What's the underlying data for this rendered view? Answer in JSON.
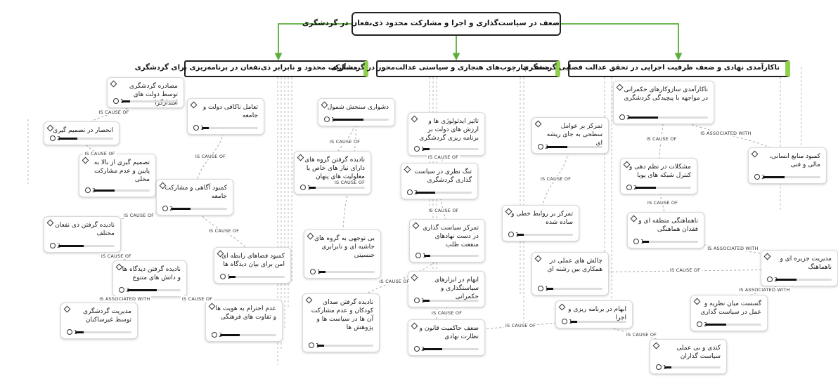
{
  "root": {
    "label": "ضعف در سیاست‌گذاری و اجرا و مشارکت محدود ذی‌نفعان در گردشگری"
  },
  "categories": [
    {
      "id": "c1",
      "label": "مشارکت محدود و نابرابر ذی‌نفعان در برنامه‌ریزی برای گردشگری"
    },
    {
      "id": "c2",
      "label": "ضعف چارچوب‌های هنجاری و سیاستی عدالت‌محور در گردشگری"
    },
    {
      "id": "c3",
      "label": "ناکارآمدی نهادی و ضعف ظرفیت اجرایی در تحقق عدالت فضایی گردشگری"
    }
  ],
  "nodes": [
    {
      "id": "n1",
      "label": "مصادره گردشگری توسط دولت های اقتدارگرا",
      "count": "1",
      "level": 0.15
    },
    {
      "id": "n2",
      "label": "انحصار در تصمیم گیری",
      "count": "2",
      "level": 0.35
    },
    {
      "id": "n3",
      "label": "تعامل ناکافی دولت و جامعه",
      "count": "1",
      "level": 0.12
    },
    {
      "id": "n4",
      "label": "تصمیم گیری از بالا به پایین و عدم مشارکت محلی",
      "count": "2",
      "level": 0.38
    },
    {
      "id": "n5",
      "label": "کمبود آگاهی و مشارکت جامعه",
      "count": "2",
      "level": 0.35
    },
    {
      "id": "n6",
      "label": "نادیده گرفتن ذی نفعان مختلف",
      "count": "2",
      "level": 0.45
    },
    {
      "id": "n7",
      "label": "نادیده گرفتن دیدگاه ها و دانش های متنوع",
      "count": "3",
      "level": 0.55
    },
    {
      "id": "n8",
      "label": "مدیریت گردشگری توسط غیرساکنان",
      "count": "1",
      "level": 0.15
    },
    {
      "id": "n9",
      "label": "کمبود فضاهای رابطه ای امن برای بیان دیدگاه ها",
      "count": "1",
      "level": 0.12
    },
    {
      "id": "n10",
      "label": "عدم احترام به هویت ها و تفاوت های فرهنگی",
      "count": "2",
      "level": 0.35
    },
    {
      "id": "n11",
      "label": "دشواری سنجش شمول",
      "count": "1",
      "level": 0.55
    },
    {
      "id": "n12",
      "label": "نادیده گرفتن گروه های دارای نیاز های خاص یا معلولیت های پنهان",
      "count": "1",
      "level": 0.12
    },
    {
      "id": "n13",
      "label": "بی توجهی به گروه های حاشیه ای و نابرابری جنسیتی",
      "count": "1",
      "level": 0.12
    },
    {
      "id": "n14",
      "label": "نادیده گرفتن صدای کودکان و عدم مشارکت آن ها در سیاست ها و پژوهش ها",
      "count": "1",
      "level": 0.12
    },
    {
      "id": "n15",
      "label": "تاثیر ایدئولوژی ها و ارزش های دولت بر برنامه ریزی گردشگری",
      "count": "1",
      "level": 0.12
    },
    {
      "id": "n16",
      "label": "تنگ نظری در سیاست گذاری گردشگری",
      "count": "2",
      "level": 0.35
    },
    {
      "id": "n17",
      "label": "تمرکز سیاست گذاری در دست نهادهای منفعت طلب",
      "count": "1",
      "level": 0.12
    },
    {
      "id": "n18",
      "label": "ابهام در ابزارهای سیاستگذاری و حکمرانی",
      "count": "1",
      "level": 0.12
    },
    {
      "id": "n19",
      "label": "ضعف حاکمیت قانون و نظارت نهادی",
      "count": "2",
      "level": 0.35
    },
    {
      "id": "n20",
      "label": "تمرکز بر عوامل سطحی به جای ریشه ای",
      "count": "2",
      "level": 0.38
    },
    {
      "id": "n21",
      "label": "تمرکز بر روابط خطی و ساده شده",
      "count": "1",
      "level": 0.12
    },
    {
      "id": "n22",
      "label": "چالش های عملی در همکاری بین رشته ای",
      "count": "1",
      "level": 0.12
    },
    {
      "id": "n23",
      "label": "ابهام در برنامه ریزی و اجرا",
      "count": "1",
      "level": 0.12
    },
    {
      "id": "n24",
      "label": "ناکارآمدی سازوکارهای حکمرانی در مواجهه با پیچیدگی گردشگری",
      "count": "2",
      "level": 0.38
    },
    {
      "id": "n25",
      "label": "مشکلات در نظم دهی و کنترل شبکه های پویا",
      "count": "2",
      "level": 0.38
    },
    {
      "id": "n26",
      "label": "ناهماهنگی منطقه ای و فقدان هماهنگی",
      "count": "1",
      "level": 0.12
    },
    {
      "id": "n27",
      "label": "گسست میان نظریه و عمل در سیاست گذاری",
      "count": "2",
      "level": 0.38
    },
    {
      "id": "n28",
      "label": "کندی و بی عملی سیاست گذاران",
      "count": "1",
      "level": 0.12
    },
    {
      "id": "n29",
      "label": "کمبود منابع انسانی، مالی و فنی",
      "count": "2",
      "level": 0.38
    },
    {
      "id": "n30",
      "label": "مدیریت جزیره ای و ناهماهنگ",
      "count": "2",
      "level": 0.38
    }
  ],
  "edge_labels": [
    "IS CAUSE OF",
    "IS ASSOCIATED WITH"
  ],
  "edges": [
    {
      "from": "n1",
      "to": "n2",
      "label": "IS CAUSE OF"
    },
    {
      "from": "n2",
      "to": "n4",
      "label": "IS CAUSE OF"
    },
    {
      "from": "n3",
      "to": "n5",
      "label": "IS CAUSE OF"
    },
    {
      "from": "n5",
      "to": "n6",
      "label": "IS CAUSE OF"
    },
    {
      "from": "n6",
      "to": "n7",
      "label": "IS CAUSE OF"
    },
    {
      "from": "n7",
      "to": "n8",
      "label": "IS ASSOCIATED WITH"
    },
    {
      "from": "n5",
      "to": "n9",
      "label": "IS CAUSE OF"
    },
    {
      "from": "n7",
      "to": "n10",
      "label": "IS CAUSE OF"
    },
    {
      "from": "n11",
      "to": "n12",
      "label": "IS CAUSE OF"
    },
    {
      "from": "n11",
      "to": "n13",
      "label": "IS CAUSE OF"
    },
    {
      "from": "n15",
      "to": "n16",
      "label": "IS CAUSE OF"
    },
    {
      "from": "n16",
      "to": "n17",
      "label": "IS CAUSE OF"
    },
    {
      "from": "n17",
      "to": "n14",
      "label": "IS CAUSE OF"
    },
    {
      "from": "n18",
      "to": "n19",
      "label": "IS CAUSE OF"
    },
    {
      "from": "n19",
      "to": "n23",
      "label": "IS CAUSE OF"
    },
    {
      "from": "n20",
      "to": "n21",
      "label": "IS CAUSE OF"
    },
    {
      "from": "n24",
      "to": "n25",
      "label": "IS CAUSE OF"
    },
    {
      "from": "n24",
      "to": "n29",
      "label": "IS ASSOCIATED WITH"
    },
    {
      "from": "n25",
      "to": "n26",
      "label": "IS CAUSE OF"
    },
    {
      "from": "n26",
      "to": "n30",
      "label": "IS ASSOCIATED WITH"
    },
    {
      "from": "n30",
      "to": "n22",
      "label": "IS CAUSE OF"
    },
    {
      "from": "n27",
      "to": "n30",
      "label": "IS ASSOCIATED WITH"
    },
    {
      "from": "n23",
      "to": "n28",
      "label": "IS CAUSE OF"
    }
  ]
}
